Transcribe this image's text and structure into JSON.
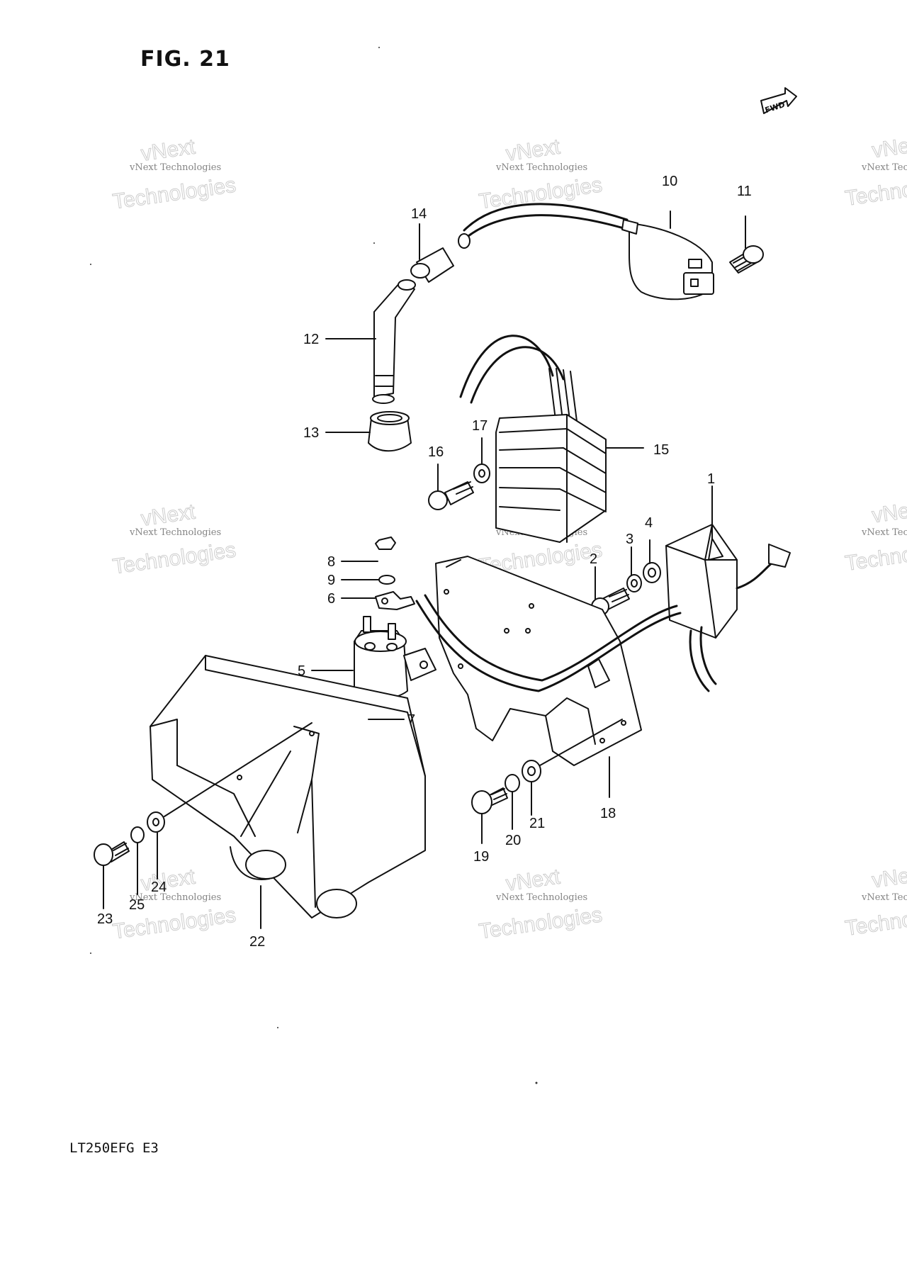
{
  "title": "FIG. 21",
  "model_code": "LT250EFG E3",
  "fwd_label": "FWD",
  "watermark": {
    "line1": "vNext Technologies",
    "line2": "vNext",
    "line3": "Technologies"
  },
  "callouts": [
    "1",
    "2",
    "3",
    "4",
    "5",
    "6",
    "7",
    "8",
    "9",
    "10",
    "11",
    "12",
    "13",
    "14",
    "15",
    "16",
    "17",
    "18",
    "19",
    "20",
    "21",
    "22",
    "23",
    "24",
    "25"
  ]
}
